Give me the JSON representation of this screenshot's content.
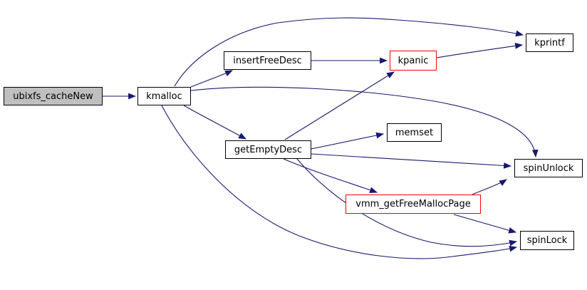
{
  "diagram": {
    "kind": "doxygen-call-graph",
    "colors": {
      "edge": "#191970",
      "node_border": "#000000",
      "highlight_border": "#ff0000",
      "focus_node_fill": "#bfbfbf",
      "node_fill": "#ffffff",
      "background": "#ffffff"
    },
    "nodes": [
      {
        "id": "ubixfs_cacheNew",
        "label": "ubixfs_cacheNew",
        "style": "focus"
      },
      {
        "id": "kmalloc",
        "label": "kmalloc",
        "style": "normal"
      },
      {
        "id": "insertFreeDesc",
        "label": "insertFreeDesc",
        "style": "normal"
      },
      {
        "id": "kpanic",
        "label": "kpanic",
        "style": "red"
      },
      {
        "id": "kprintf",
        "label": "kprintf",
        "style": "normal"
      },
      {
        "id": "getEmptyDesc",
        "label": "getEmptyDesc",
        "style": "normal"
      },
      {
        "id": "memset",
        "label": "memset",
        "style": "normal"
      },
      {
        "id": "spinUnlock",
        "label": "spinUnlock",
        "style": "normal"
      },
      {
        "id": "vmm_getFreeMallocPage",
        "label": "vmm_getFreeMallocPage",
        "style": "red"
      },
      {
        "id": "spinLock",
        "label": "spinLock",
        "style": "normal"
      }
    ],
    "edges": [
      {
        "from": "ubixfs_cacheNew",
        "to": "kmalloc"
      },
      {
        "from": "kmalloc",
        "to": "kprintf"
      },
      {
        "from": "kmalloc",
        "to": "insertFreeDesc"
      },
      {
        "from": "kmalloc",
        "to": "getEmptyDesc"
      },
      {
        "from": "kmalloc",
        "to": "spinUnlock"
      },
      {
        "from": "kmalloc",
        "to": "spinLock"
      },
      {
        "from": "insertFreeDesc",
        "to": "kpanic"
      },
      {
        "from": "kpanic",
        "to": "kprintf"
      },
      {
        "from": "getEmptyDesc",
        "to": "kpanic"
      },
      {
        "from": "getEmptyDesc",
        "to": "memset"
      },
      {
        "from": "getEmptyDesc",
        "to": "spinUnlock"
      },
      {
        "from": "getEmptyDesc",
        "to": "vmm_getFreeMallocPage"
      },
      {
        "from": "getEmptyDesc",
        "to": "spinLock"
      },
      {
        "from": "vmm_getFreeMallocPage",
        "to": "spinUnlock"
      },
      {
        "from": "vmm_getFreeMallocPage",
        "to": "spinLock"
      }
    ]
  }
}
